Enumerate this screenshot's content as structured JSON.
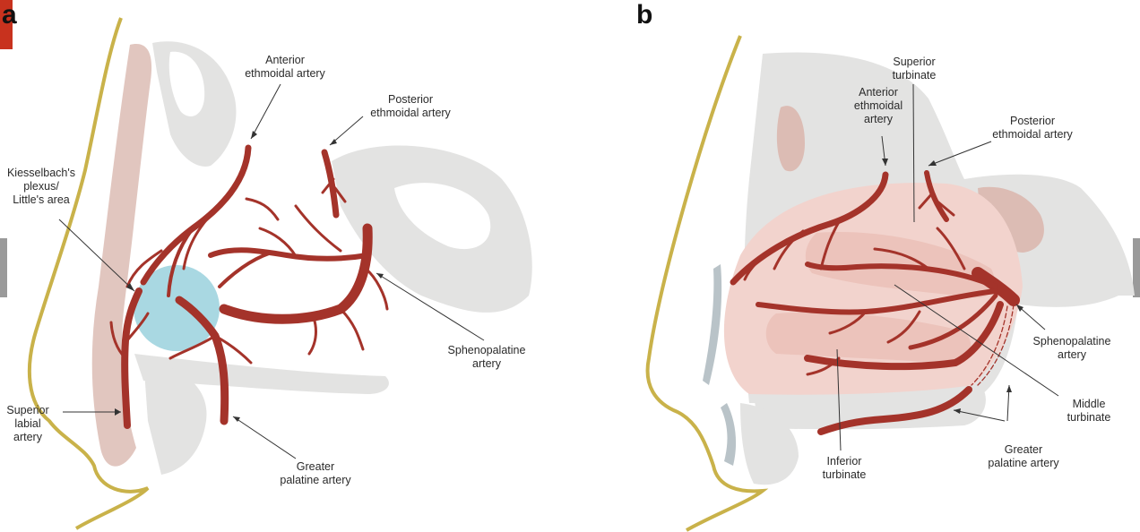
{
  "panels": [
    {
      "letter": "a",
      "labels": {
        "anterior_ethmoidal": "Anterior\nethmoidal artery",
        "posterior_ethmoidal": "Posterior\nethmoidal artery",
        "kiesselbach": "Kiesselbach's\nplexus/\nLittle's area",
        "sphenopalatine": "Sphenopalatine\nartery",
        "superior_labial": "Superior\nlabial\nartery",
        "greater_palatine": "Greater\npalatine artery"
      }
    },
    {
      "letter": "b",
      "labels": {
        "superior_turbinate": "Superior\nturbinate",
        "anterior_ethmoidal": "Anterior\nethmoidal\nartery",
        "posterior_ethmoidal": "Posterior\nethmoidal artery",
        "sphenopalatine": "Sphenopalatine\nartery",
        "middle_turbinate": "Middle\nturbinate",
        "greater_palatine": "Greater\npalatine artery",
        "inferior_turbinate": "Inferior\nturbinate"
      }
    }
  ],
  "colors": {
    "artery": "#a4332a",
    "bone": "#e3e3e2",
    "skin_outline": "#c9b24a",
    "mucosa": "#f2d3cd",
    "plexus": "#a9d8e2",
    "septum_cartilage": "#dcbcb4",
    "label_text": "#2a2a2a",
    "leader_line": "#333333"
  }
}
